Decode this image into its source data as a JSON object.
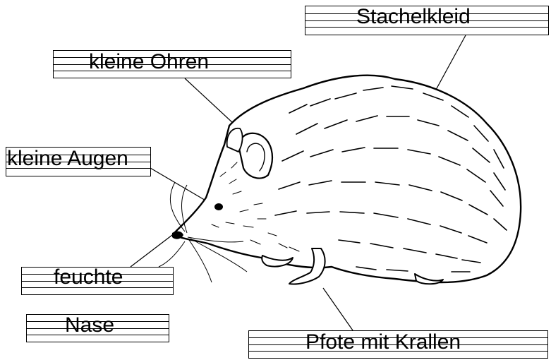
{
  "labels": {
    "stachelkleid": "Stachelkleid",
    "kleine_ohren": "kleine Ohren",
    "kleine_augen": "kleine Augen",
    "feuchte": "feuchte",
    "nase": "Nase",
    "pfote": "Pfote mit Krallen"
  },
  "colors": {
    "ink": "#000000",
    "paper": "#ffffff"
  }
}
